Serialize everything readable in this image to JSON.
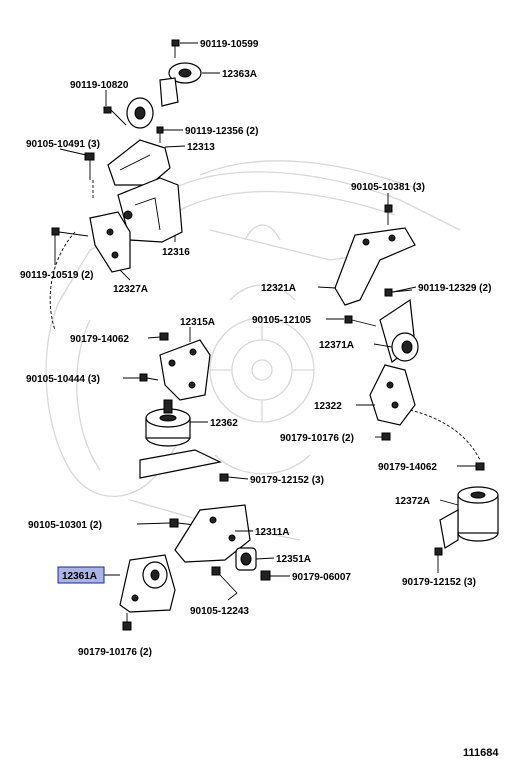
{
  "labels": {
    "bolt_10599": "90119-10599",
    "mount_12363a": "12363A",
    "bolt_10820": "90119-10820",
    "bolt_12356": "90119-12356 (2)",
    "bolt_10491": "90105-10491 (3)",
    "bracket_12313": "12313",
    "bolt_10381": "90105-10381 (3)",
    "bracket_12316": "12316",
    "bolt_10519": "90119-10519 (2)",
    "bracket_12327a": "12327A",
    "bracket_12321a": "12321A",
    "bolt_12329": "90119-12329 (2)",
    "bracket_12315a": "12315A",
    "nut_14062_left": "90179-14062",
    "bolt_12105": "90105-12105",
    "mount_12371a": "12371A",
    "bolt_10444": "90105-10444 (3)",
    "mount_12362": "12362",
    "bracket_12322": "12322",
    "nut_10176_right": "90179-10176 (2)",
    "nut_12152_center": "90179-12152 (3)",
    "nut_14062_right": "90179-14062",
    "mount_12372a": "12372A",
    "bolt_10301": "90105-10301 (2)",
    "bracket_12311a": "12311A",
    "mount_12351a": "12351A",
    "highlight_12361a": "12361A",
    "nut_06007": "90179-06007",
    "nut_12152_right": "90179-12152 (3)",
    "bolt_12243": "90105-12243",
    "nut_10176_bottom": "90179-10176 (2)",
    "figure_number": "111684"
  },
  "colors": {
    "highlight_fill": "#aab3e6",
    "highlight_border": "#1a2a8a",
    "watermark": "#d8d8d8"
  }
}
